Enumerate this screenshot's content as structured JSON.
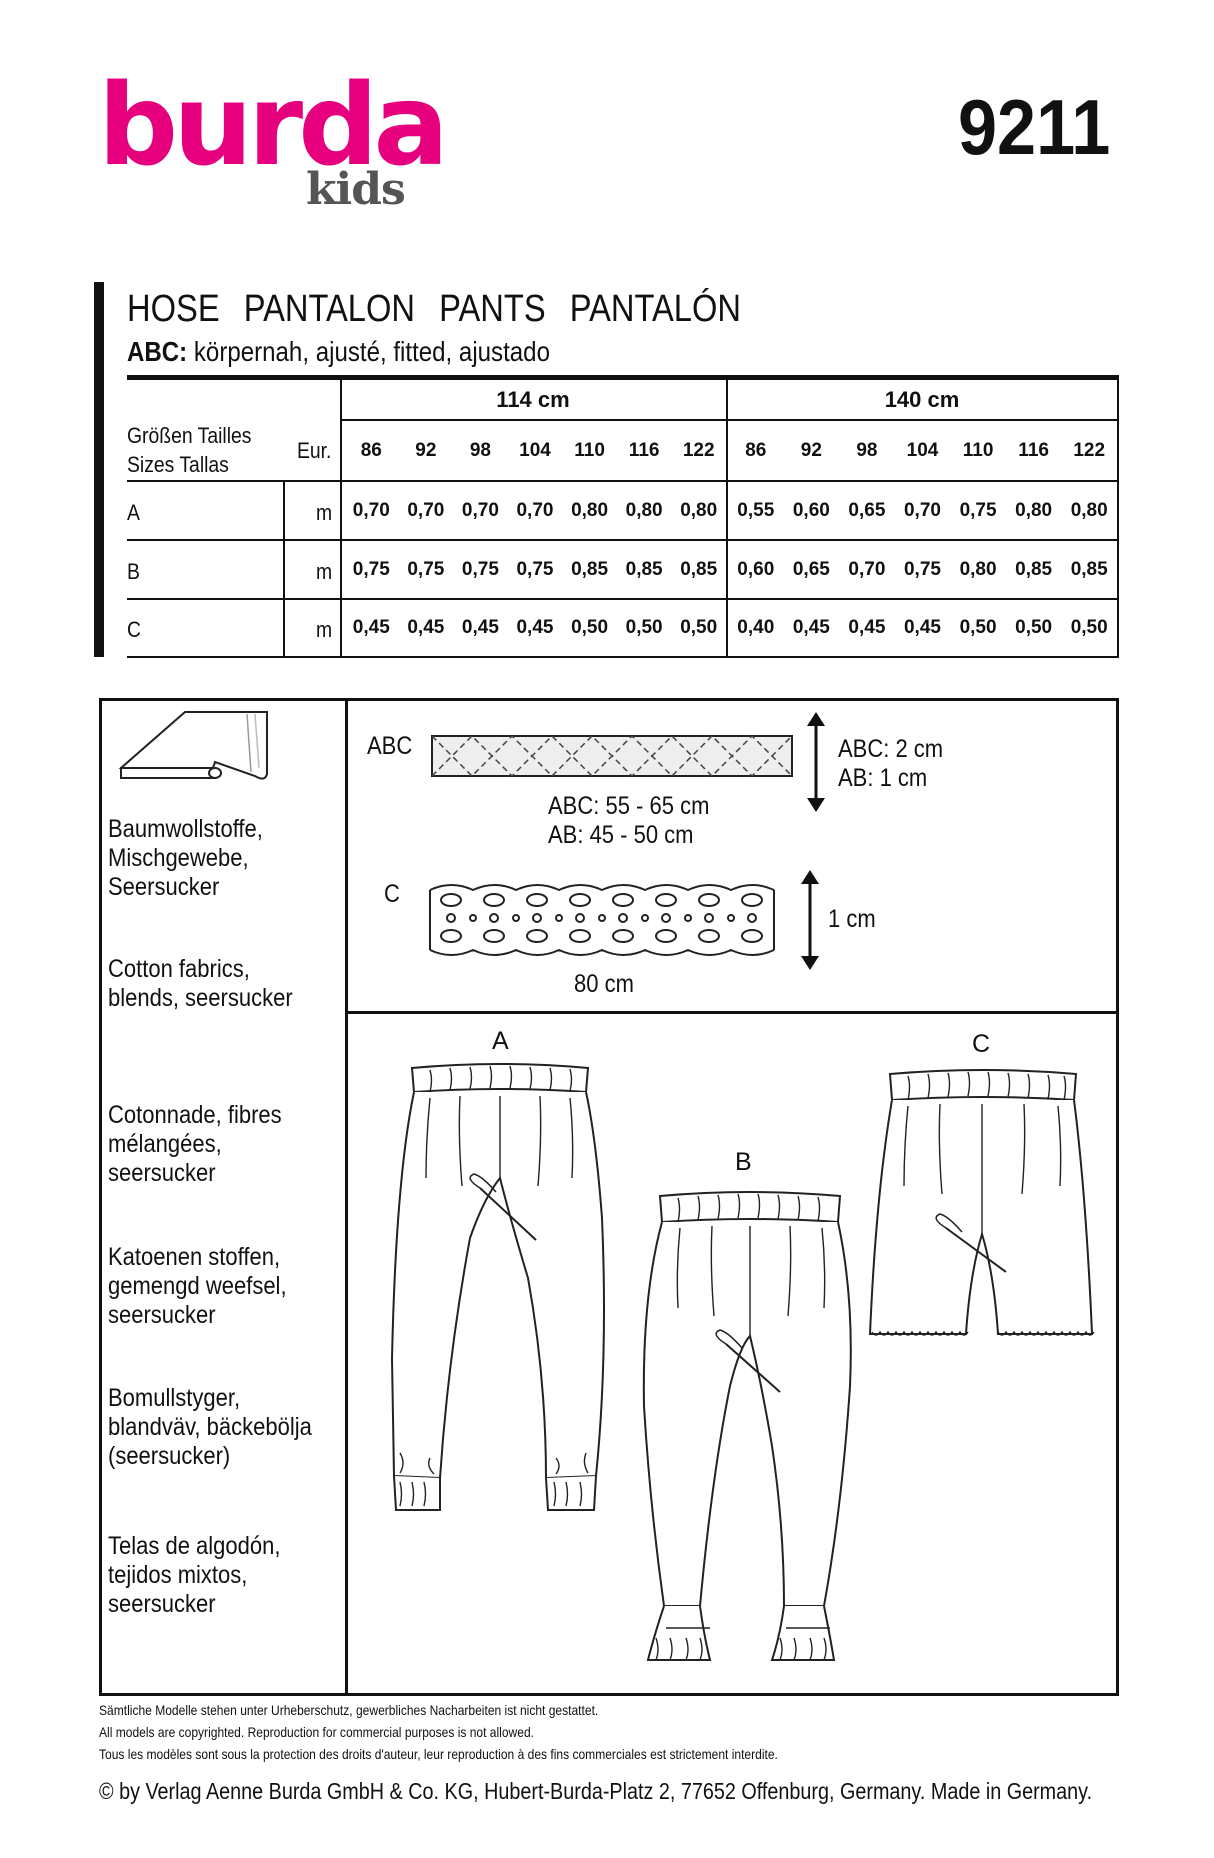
{
  "brand": {
    "name": "burda",
    "sub": "kids"
  },
  "pattern_number": "9211",
  "title_words": [
    "HOSE",
    "PANTALON",
    "PANTS",
    "PANTALÓN"
  ],
  "subtitle": {
    "prefix": "ABC:",
    "text": "körpernah, ajusté, fitted, ajustado"
  },
  "table": {
    "widths": [
      "114 cm",
      "140 cm"
    ],
    "size_label_line1": "Größen  Tailles",
    "size_label_line2": "Sizes  Tallas",
    "eur_label": "Eur.",
    "sizes": [
      "86",
      "92",
      "98",
      "104",
      "110",
      "116",
      "122",
      "86",
      "92",
      "98",
      "104",
      "110",
      "116",
      "122"
    ],
    "unit": "m",
    "rows": [
      {
        "view": "A",
        "values": [
          "0,70",
          "0,70",
          "0,70",
          "0,70",
          "0,80",
          "0,80",
          "0,80",
          "0,55",
          "0,60",
          "0,65",
          "0,70",
          "0,75",
          "0,80",
          "0,80"
        ]
      },
      {
        "view": "B",
        "values": [
          "0,75",
          "0,75",
          "0,75",
          "0,75",
          "0,85",
          "0,85",
          "0,85",
          "0,60",
          "0,65",
          "0,70",
          "0,75",
          "0,80",
          "0,85",
          "0,85"
        ]
      },
      {
        "view": "C",
        "values": [
          "0,45",
          "0,45",
          "0,45",
          "0,45",
          "0,50",
          "0,50",
          "0,50",
          "0,40",
          "0,45",
          "0,45",
          "0,45",
          "0,50",
          "0,50",
          "0,50"
        ]
      }
    ]
  },
  "fabrics": [
    "Baumwollstoffe,\nMischgewebe,\nSeersucker",
    "Cotton fabrics,\nblends, seersucker",
    "Cotonnade, fibres\nmélangées,\nseersucker",
    "Katoenen stoffen,\ngemengd weefsel,\nseersucker",
    "Bomullstyger,\nblandväv, bäckebölja\n(seersucker)",
    "Telas de algodón,\ntejidos mixtos,\nseersucker"
  ],
  "notions": {
    "elastic": {
      "view": "ABC",
      "length1": "ABC: 55 - 65 cm",
      "length2": "AB: 45 - 50 cm",
      "width1": "ABC: 2 cm",
      "width2": "AB: 1 cm"
    },
    "lace": {
      "view": "C",
      "length": "80 cm",
      "width": "1 cm"
    }
  },
  "views": {
    "a": "A",
    "b": "B",
    "c": "C"
  },
  "legal": [
    "Sämtliche Modelle stehen unter Urheberschutz, gewerbliches Nacharbeiten ist nicht gestattet.",
    "All models are copyrighted. Reproduction for commercial purposes is not allowed.",
    "Tous les modèles sont sous la protection des droits d'auteur, leur reproduction à des fins commerciales est strictement interdite."
  ],
  "copyright": "© by Verlag Aenne Burda GmbH & Co. KG, Hubert-Burda-Platz 2, 77652 Offenburg, Germany. Made in Germany.",
  "colors": {
    "brand_pink": "#e6007e",
    "kids_gray": "#555555"
  }
}
